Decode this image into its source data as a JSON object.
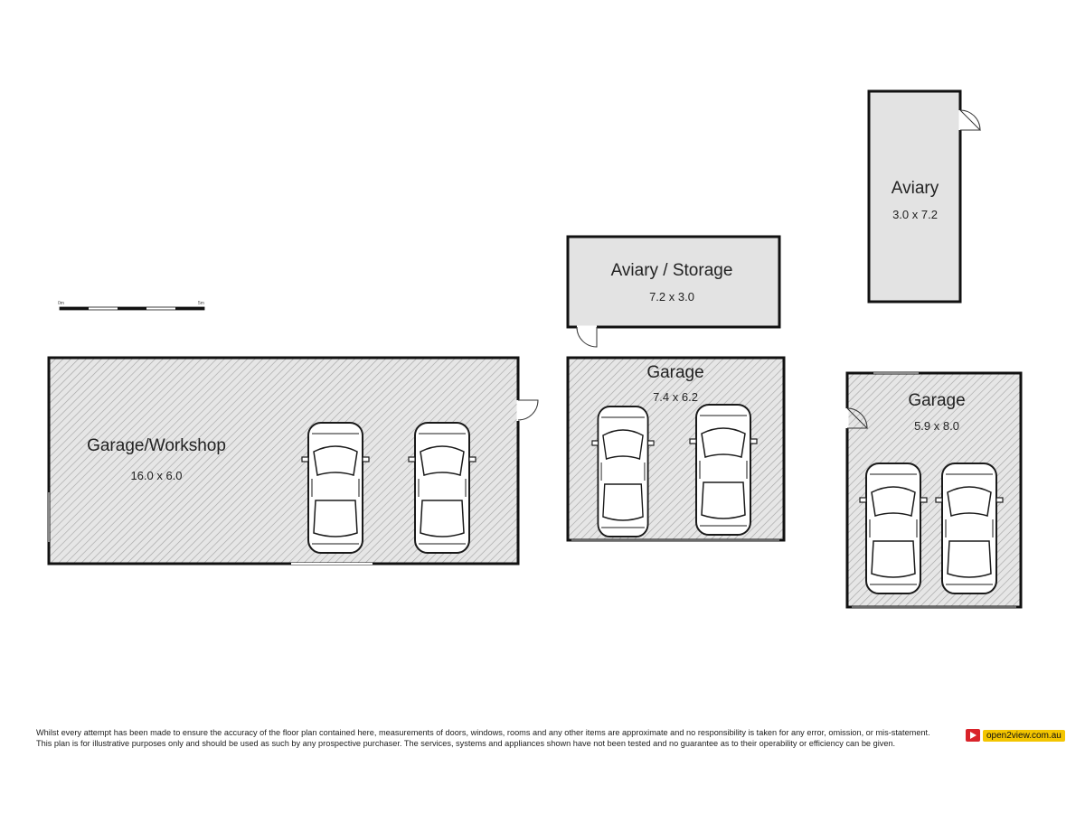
{
  "scale_bar": {
    "start_label": "0m",
    "end_label": "5m"
  },
  "rooms": [
    {
      "id": "garage-workshop",
      "name": "Garage/Workshop",
      "dims": "16.0 x 6.0"
    },
    {
      "id": "aviary-storage",
      "name": "Aviary / Storage",
      "dims": "7.2 x 3.0"
    },
    {
      "id": "garage-middle",
      "name": "Garage",
      "dims": "7.4 x 6.2"
    },
    {
      "id": "aviary",
      "name": "Aviary",
      "dims": "3.0 x 7.2"
    },
    {
      "id": "garage-right",
      "name": "Garage",
      "dims": "5.9 x 8.0"
    }
  ],
  "disclaimer": {
    "line1": "Whilst every attempt has been made to ensure the accuracy of the floor plan contained here, measurements of doors, windows, rooms and any other items are approximate and no responsibility is taken for any error, omission, or mis-statement.",
    "line2": "This plan is for illustrative purposes only and should be used as such by any prospective purchaser. The services, systems and appliances shown have not been tested and no guarantee as to their operability or efficiency can be given."
  },
  "brand": {
    "text": "open2view.com.au",
    "icon": "open2view-logo-icon"
  },
  "colors": {
    "wall": "#111111",
    "hatch": "#9a9a9a",
    "fill": "#e8e8e8",
    "solid_fill": "#e3e3e3"
  }
}
